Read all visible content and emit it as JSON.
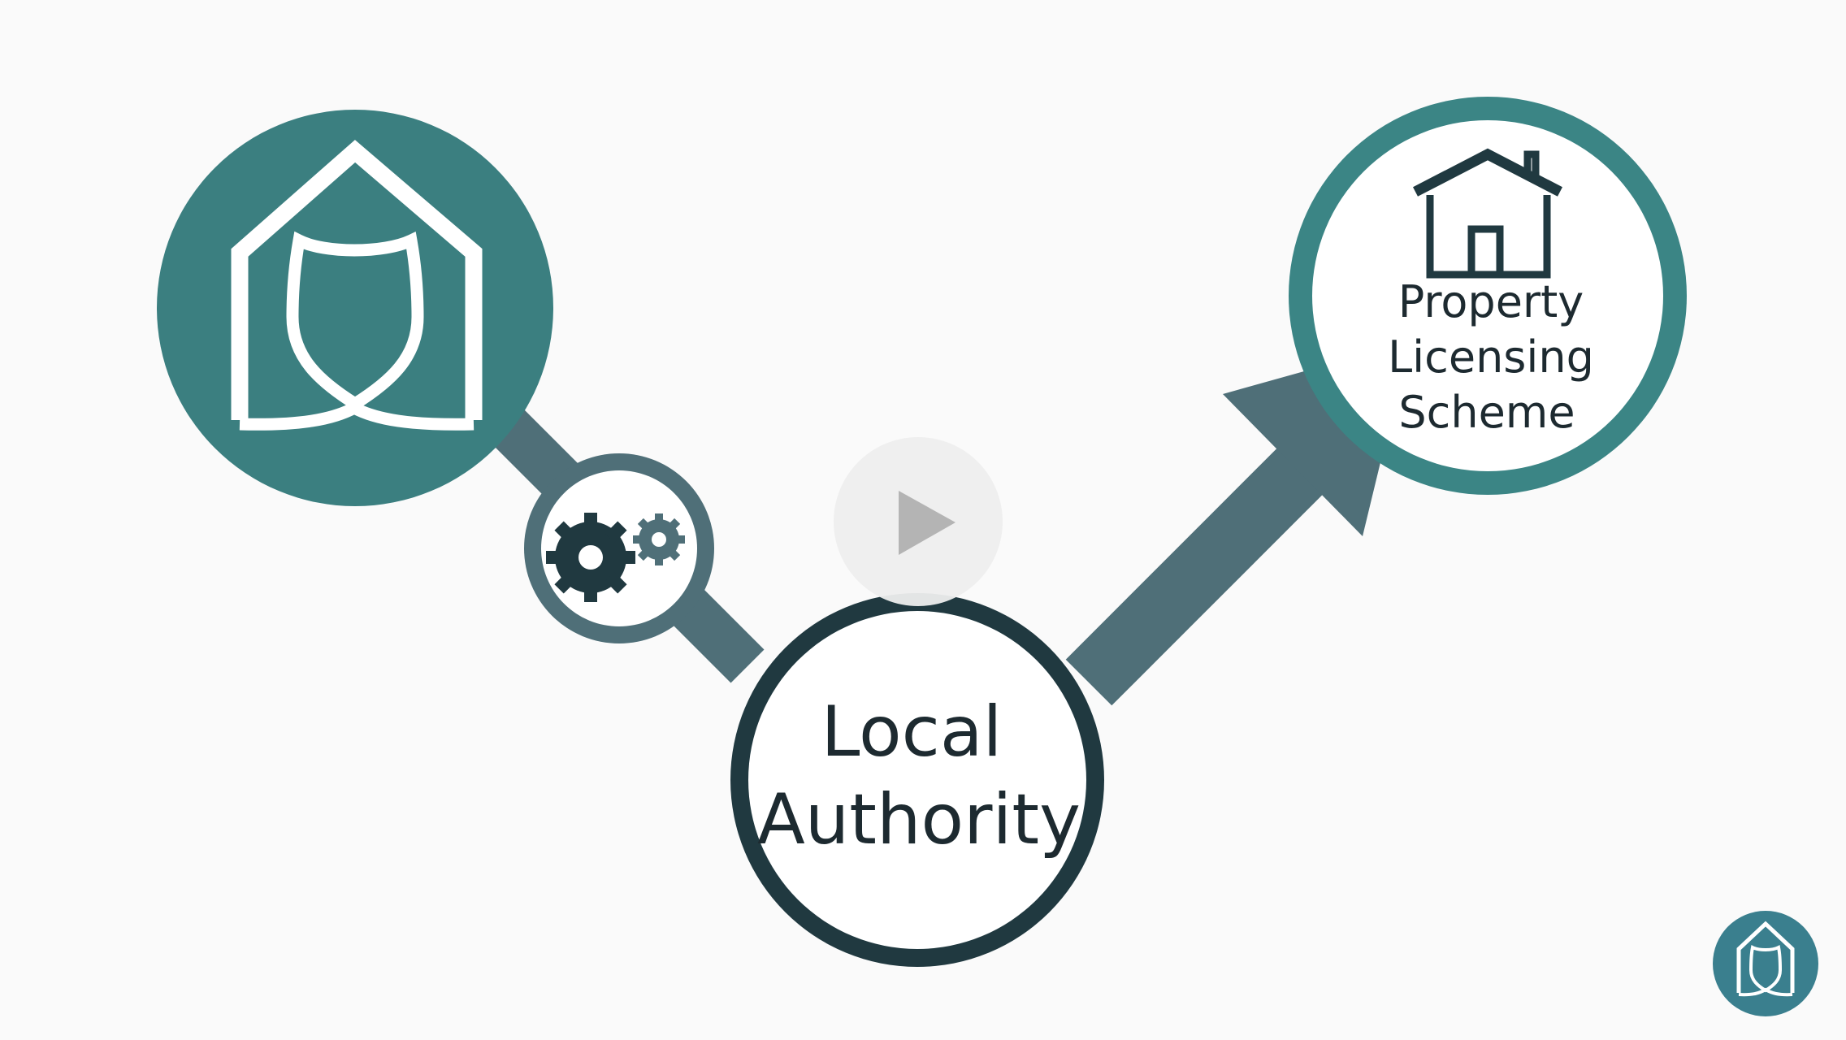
{
  "colors": {
    "background": "#fafafa",
    "teal": "#3b7f80",
    "teal_ring": "#3b8585",
    "slate_arrow": "#4f6f78",
    "dark": "#203940",
    "white": "#ffffff",
    "play_disc": "#eeeeee",
    "play_triangle": "#b4b4b4",
    "logo_blue": "#3a7f8e"
  },
  "nodes": {
    "landlord": {
      "icon": "house-shield-icon"
    },
    "process": {
      "icon": "gears-icon"
    },
    "local_authority": {
      "line1": "Local",
      "line2": "Authority"
    },
    "scheme": {
      "icon": "house-chimney-icon",
      "line1": "Property",
      "line2": "Licensing",
      "line3": "Scheme"
    }
  },
  "player": {
    "play_icon": "play-icon"
  },
  "brand": {
    "logo_icon": "house-shield-logo-icon"
  }
}
